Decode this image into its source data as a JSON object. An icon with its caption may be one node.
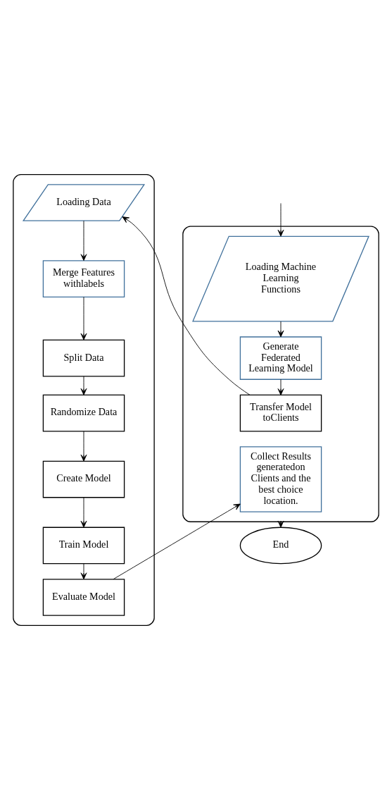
{
  "diagram": {
    "nodes": [
      {
        "text": [],
        "shape": "box"
      },
      {
        "text": [
          "Loading Machine Learning Functions"
        ],
        "in": 0
      },
      {
        "text": [
          "Generate Federated Learning Model"
        ],
        "in": 0
      },
      {
        "text": [
          "Transfer Model toClients"
        ],
        "in": 0
      },
      {
        "text": [
          "Collect Results generatedon Clients and the best choice location."
        ],
        "in": 0
      },
      {
        "text": [],
        "shape": "box"
      },
      {
        "text": [
          "Loading Data"
        ],
        "in": 5
      },
      {
        "text": [
          "Merge Features withlabels"
        ],
        "in": 5
      },
      {
        "text": [
          "Split Data"
        ],
        "in": 5
      },
      {
        "text": [
          "Randomize Data"
        ],
        "in": 5
      },
      {
        "text": [
          "Create Model"
        ],
        "in": 5
      },
      {
        "text": [
          "Train Model"
        ],
        "in": 5
      },
      {
        "text": [
          "Evaluate Model"
        ],
        "in": 5
      },
      {
        "text": [
          "End"
        ]
      }
    ],
    "edges": [
      {
        "from": null,
        "to": 1,
        "arrow": "to"
      },
      {
        "from": 1,
        "to": 2,
        "arrow": "to"
      },
      {
        "from": 2,
        "to": 3,
        "arrow": "to"
      },
      {
        "from": 3,
        "to": 6,
        "arrow": "to"
      },
      {
        "from": 6,
        "to": 7,
        "arrow": "to"
      },
      {
        "from": 7,
        "to": 8,
        "arrow": "to"
      },
      {
        "from": 8,
        "to": 9,
        "arrow": "to"
      },
      {
        "from": 9,
        "to": 10,
        "arrow": "to"
      },
      {
        "from": 10,
        "to": 11,
        "arrow": "to"
      },
      {
        "from": 11,
        "to": 12,
        "arrow": "to"
      },
      {
        "from": 12,
        "to": 4,
        "arrow": "to"
      },
      {
        "from": 0,
        "to": 13,
        "arrow": "to"
      }
    ]
  }
}
